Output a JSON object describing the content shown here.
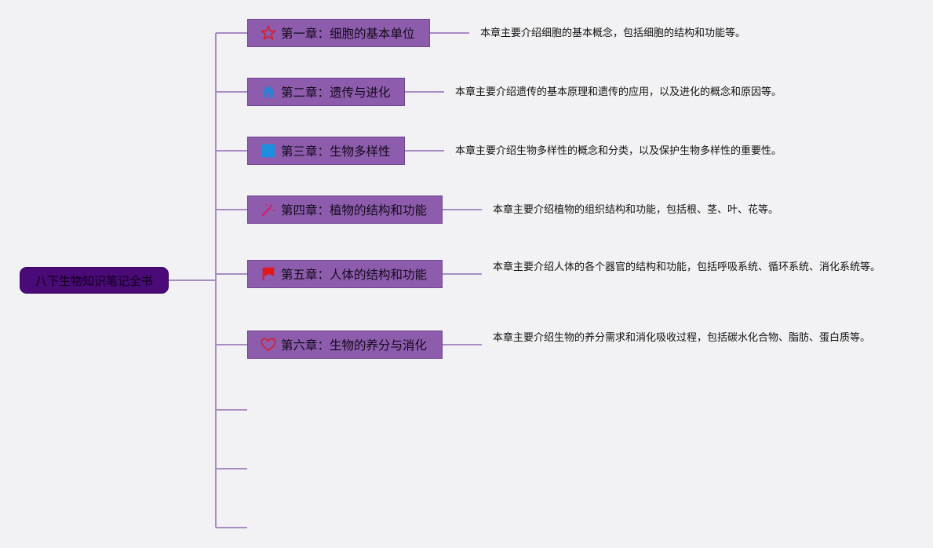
{
  "root": {
    "label": "八下生物知识笔记全书"
  },
  "colors": {
    "connector": "#a88bc4",
    "root": "#4a0a77",
    "chapter": "#8e5cad"
  },
  "chapters": [
    {
      "title": "第一章：细胞的基本单位",
      "icon": "star-outline-icon",
      "desc": "本章主要介绍细胞的基本概念，包括细胞的结构和功能等。"
    },
    {
      "title": "第二章：遗传与进化",
      "icon": "house-icon",
      "desc": "本章主要介绍遗传的基本原理和遗传的应用，以及进化的概念和原因等。"
    },
    {
      "title": "第三章：生物多样性",
      "icon": "blue-square-icon",
      "desc": "本章主要介绍生物多样性的概念和分类，以及保护生物多样性的重要性。"
    },
    {
      "title": "第四章：植物的结构和功能",
      "icon": "magic-wand-icon",
      "desc": "本章主要介绍植物的组织结构和功能，包括根、茎、叶、花等。"
    },
    {
      "title": "第五章：人体的结构和功能",
      "icon": "red-flag-icon",
      "desc": "本章主要介绍人体的各个器官的结构和功能，包括呼吸系统、循环系统、消化系统等。"
    },
    {
      "title": "第六章：生物的养分与消化",
      "icon": "heart-outline-icon",
      "desc": "本章主要介绍生物的养分需求和消化吸收过程，包括碳水化合物、脂肪、蛋白质等。"
    }
  ]
}
